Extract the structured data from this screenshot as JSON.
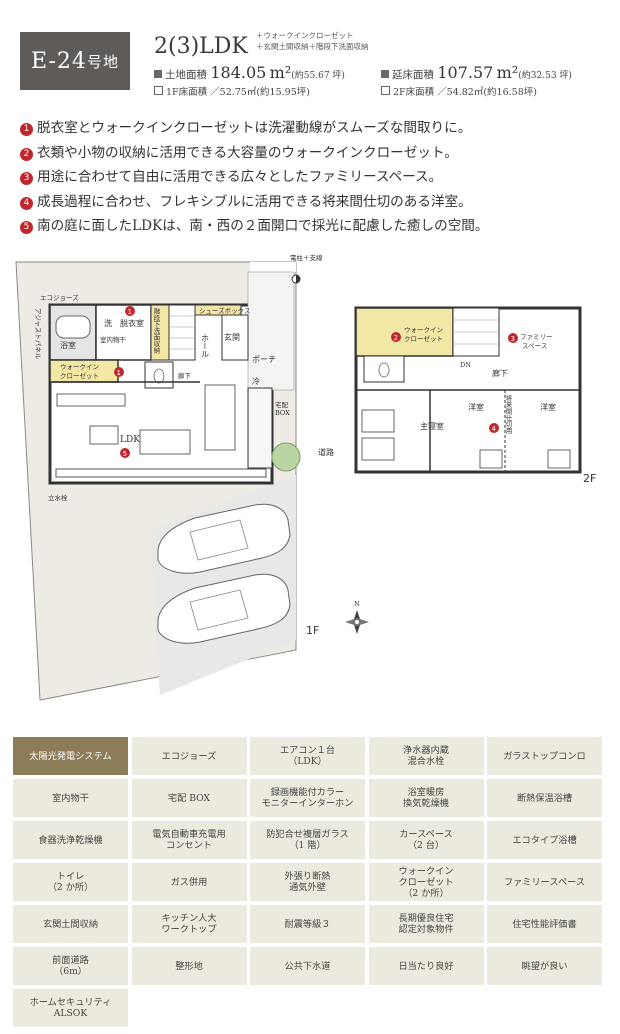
{
  "header": {
    "lot_prefix": "E-24",
    "lot_suffix": "号地",
    "plan": "2(3)LDK",
    "notes": [
      "＋ウォークインクローゼット",
      "＋玄関土間収納＋階段下洗面収納"
    ],
    "land_area_label": "土地面積",
    "land_area_value": "184.05",
    "land_area_unit": "m²",
    "land_area_tsubo": "(約55.67 坪)",
    "floor_area_label": "延床面積",
    "floor_area_value": "107.57",
    "floor_area_unit": "m²",
    "floor_area_tsubo": "(約32.53 坪)",
    "first_floor": "1F床面積 ／52.75㎡(約15.95坪)",
    "second_floor": "2F床面積 ／54.82㎡(約16.58坪)"
  },
  "features": [
    {
      "num": "1",
      "text": "脱衣室とウォークインクローゼットは洗濯動線がスムーズな間取りに。"
    },
    {
      "num": "2",
      "text": "衣類や小物の収納に活用できる大容量のウォークインクローゼット。"
    },
    {
      "num": "3",
      "text": "用途に合わせて自由に活用できる広々としたファミリースペース。"
    },
    {
      "num": "4",
      "text": "成長過程に合わせ、フレキシブルに活用できる将来間仕切のある洋室。"
    },
    {
      "num": "5",
      "text": "南の庭に面したLDKは、南・西の２面開口で採光に配慮した癒しの空間。"
    }
  ],
  "floorplan": {
    "utility_pole": "電柱＋支線",
    "ecojoz": "エコジョーズ",
    "aircon_panel": "アジャストパネル",
    "wash": "洗",
    "dressing": "脱衣室",
    "indoor_dry": "室内物干",
    "bath": "浴室",
    "under_stair": "階段下洗面収納",
    "shoes_box": "シューズボックス",
    "hall": "ホール",
    "entrance": "玄関",
    "porch": "ポーチ",
    "wic_1f_a": "ウォークイン",
    "wic_1f_b": "クローゼット",
    "corridor": "廊下",
    "fridge": "冷",
    "delivery_box_a": "宅配",
    "delivery_box_b": "BOX",
    "ldk": "LDK",
    "road": "道路",
    "faucet": "立水栓",
    "floor1": "1F",
    "floor2": "2F",
    "north": "N",
    "wic_2f_a": "ウォークイン",
    "wic_2f_b": "クローゼット",
    "family_a": "ファミリー",
    "family_b": "スペース",
    "dn": "DN",
    "corridor2": "廊下",
    "master": "主寝室",
    "western1": "洋室",
    "western2": "洋室",
    "future_partition": "将来間仕切用",
    "badge1": "1",
    "badge1b": "1",
    "badge2": "2",
    "badge3": "3",
    "badge4": "4",
    "badge5": "5"
  },
  "amenities": [
    "太陽光発電システム",
    "エコジョーズ",
    "エアコン１台\n（LDK）",
    "浄水器内蔵\n混合水栓",
    "ガラストップコンロ",
    "室内物干",
    "宅配 BOX",
    "録画機能付カラー\nモニターインターホン",
    "浴室暖房\n換気乾燥機",
    "断熱保温浴槽",
    "食器洗浄乾燥機",
    "電気自動車充電用\nコンセント",
    "防犯合せ複層ガラス\n（1 階）",
    "カースペース\n（2 台）",
    "エコタイプ浴槽",
    "トイレ\n（2 か所）",
    "ガス併用",
    "外張り断熱\n通気外壁",
    "ウォークイン\nクローゼット\n（2 か所）",
    "ファミリースペース",
    "玄関土間収納",
    "キッチン人大\nワークトップ",
    "耐震等級３",
    "長期優良住宅\n認定対象物件",
    "住宅性能評価書",
    "前面道路\n（6m）",
    "整形地",
    "公共下水道",
    "日当たり良好",
    "眺望が良い",
    "ホームセキュリティ\nALSOK"
  ],
  "colors": {
    "badge_bg": "#5e5b58",
    "accent_red": "#c0272d",
    "cell_bg": "#ece9de",
    "cell_highlight": "#8c7d58"
  }
}
